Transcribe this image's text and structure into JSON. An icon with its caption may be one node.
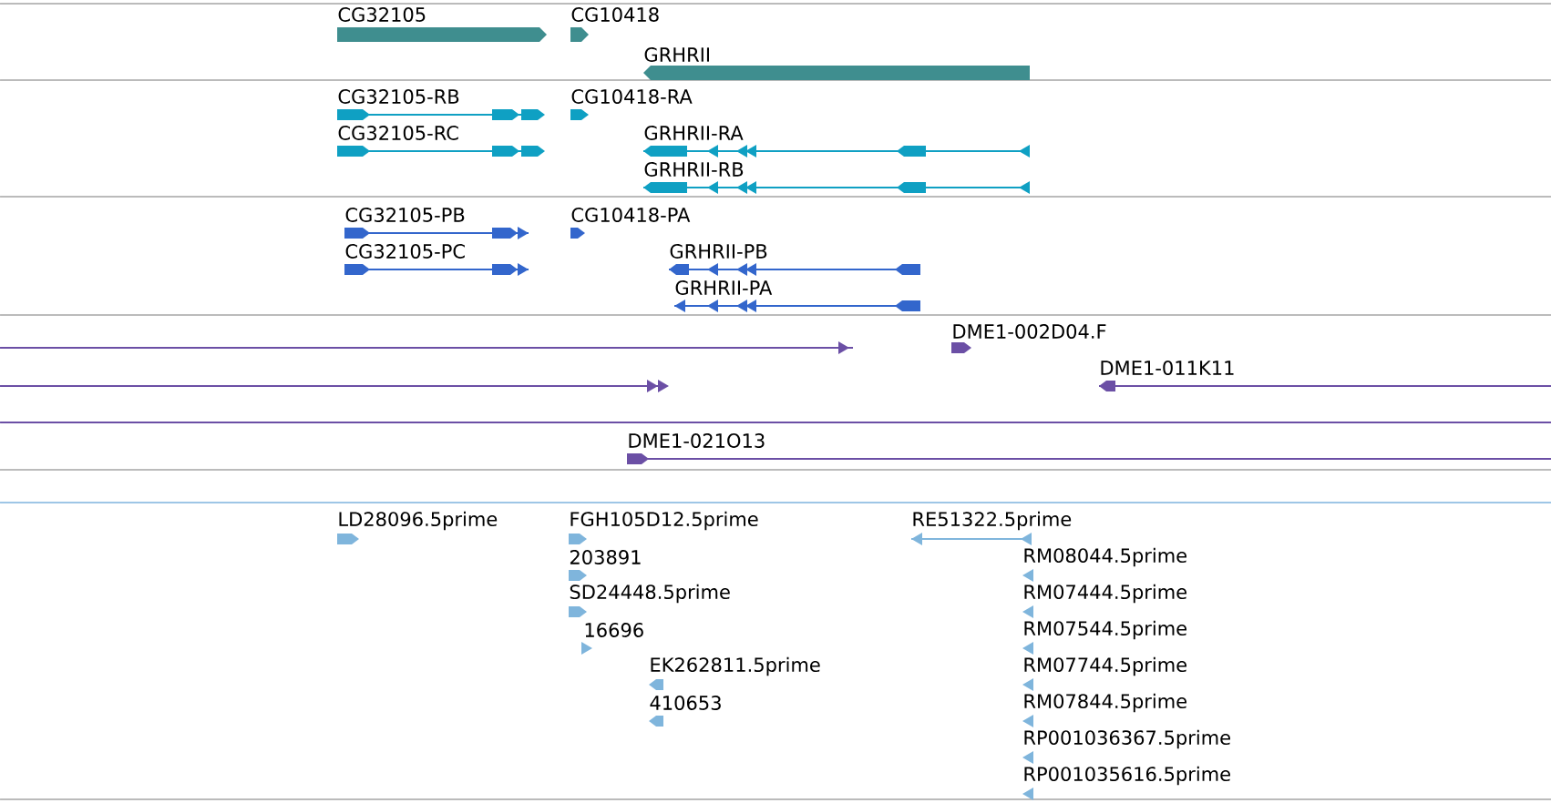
{
  "diagram": {
    "labels": [
      "CG32105",
      "CG10418",
      "GRHRII",
      "CG32105-RB",
      "CG10418-RA",
      "CG32105-RC",
      "GRHRII-RA",
      "GRHRII-RB",
      "CG32105-PB",
      "CG10418-PA",
      "CG32105-PC",
      "GRHRII-PB",
      "GRHRII-PA",
      "DME1-002D04.F",
      "DME1-011K11",
      "DME1-021O13",
      "LD28096.5prime",
      "FGH105D12.5prime",
      "RE51322.5prime",
      "203891",
      "RM08044.5prime",
      "SD24448.5prime",
      "RM07444.5prime",
      "16696",
      "RM07544.5prime",
      "EK262811.5prime",
      "RM07744.5prime",
      "410653",
      "RM07844.5prime",
      "RP001036367.5prime",
      "RP001035616.5prime"
    ]
  }
}
